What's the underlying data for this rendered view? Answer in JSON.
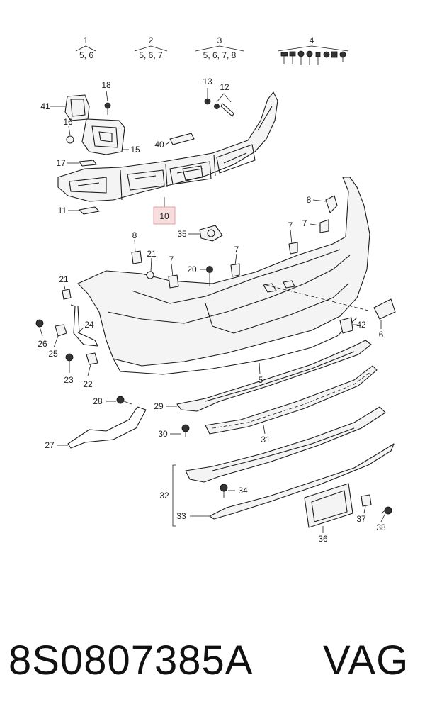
{
  "groups": [
    {
      "number": "1",
      "members": "5, 6"
    },
    {
      "number": "2",
      "members": "5, 6, 7"
    },
    {
      "number": "3",
      "members": "5, 6, 7, 8"
    },
    {
      "number": "4",
      "members": ""
    }
  ],
  "callouts": {
    "c41": "41",
    "c18": "18",
    "c16": "16",
    "c15": "15",
    "c17": "17",
    "c11": "11",
    "c13": "13",
    "c12": "12",
    "c40": "40",
    "c10": "10",
    "c8a": "8",
    "c8b": "8",
    "c35": "35",
    "c7a": "7",
    "c7b": "7",
    "c7c": "7",
    "c7d": "7",
    "c21a": "21",
    "c20": "20",
    "c21b": "21",
    "c26": "26",
    "c25": "25",
    "c24": "24",
    "c23": "23",
    "c22": "22",
    "c42": "42",
    "c6": "6",
    "c5": "5",
    "c28": "28",
    "c29": "29",
    "c27": "27",
    "c30": "30",
    "c31": "31",
    "c32": "32",
    "c34": "34",
    "c33": "33",
    "c36": "36",
    "c37": "37",
    "c38": "38"
  },
  "highlight_color": "#e8a0a0",
  "footer": {
    "part_number": "8S0807385A",
    "brand": "VAG"
  }
}
